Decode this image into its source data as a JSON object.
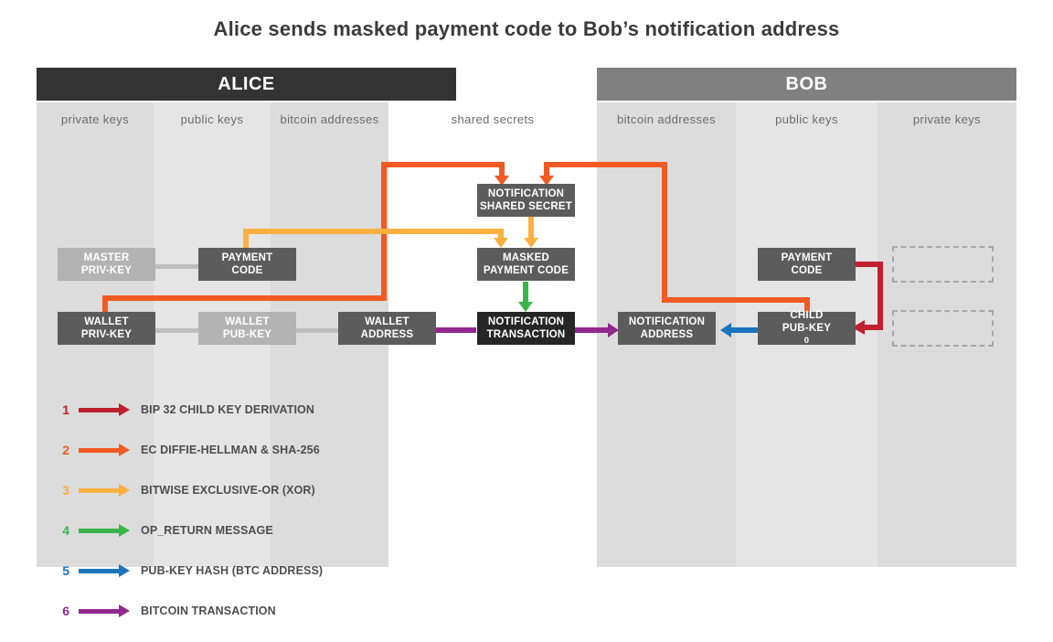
{
  "title": "Alice sends masked payment code to Bob’s notification address",
  "parties": [
    {
      "name": "ALICE",
      "color": "#333333"
    },
    {
      "name": "BOB",
      "color": "#808080"
    }
  ],
  "columns": [
    {
      "id": "alice-private-keys",
      "label": "private keys"
    },
    {
      "id": "alice-public-keys",
      "label": "public keys"
    },
    {
      "id": "alice-bitcoin-addresses",
      "label": "bitcoin addresses"
    },
    {
      "id": "shared-secrets",
      "label": "shared secrets"
    },
    {
      "id": "bob-bitcoin-addresses",
      "label": "bitcoin addresses"
    },
    {
      "id": "bob-public-keys",
      "label": "public keys"
    },
    {
      "id": "bob-private-keys",
      "label": "private keys"
    }
  ],
  "nodes": {
    "alice_master_privkey": {
      "line1": "MASTER",
      "line2": "PRIV-KEY"
    },
    "alice_payment_code": {
      "line1": "PAYMENT",
      "line2": "CODE"
    },
    "alice_wallet_privkey": {
      "line1": "WALLET",
      "line2": "PRIV-KEY"
    },
    "alice_wallet_pubkey": {
      "line1": "WALLET",
      "line2": "PUB-KEY"
    },
    "alice_wallet_address": {
      "line1": "WALLET",
      "line2": "ADDRESS"
    },
    "notification_shared_secret": {
      "line1": "NOTIFICATION",
      "line2": "SHARED SECRET"
    },
    "masked_payment_code": {
      "line1": "MASKED",
      "line2": "PAYMENT CODE"
    },
    "notification_transaction": {
      "line1": "NOTIFICATION",
      "line2": "TRANSACTION"
    },
    "bob_notification_address": {
      "line1": "NOTIFICATION",
      "line2": "ADDRESS"
    },
    "bob_payment_code": {
      "line1": "PAYMENT",
      "line2": "CODE"
    },
    "bob_child_pubkey": {
      "line1": "CHILD",
      "line2": "PUB-KEY",
      "index": "0"
    }
  },
  "legend": [
    {
      "num": "1",
      "label": "BIP 32 CHILD KEY DERIVATION",
      "color": "#bf1f2e"
    },
    {
      "num": "2",
      "label": "EC DIFFIE-HELLMAN & SHA-256",
      "color": "#f15a22"
    },
    {
      "num": "3",
      "label": "BITWISE EXCLUSIVE-OR (XOR)",
      "color": "#fbb040"
    },
    {
      "num": "4",
      "label": "OP_RETURN MESSAGE",
      "color": "#39b54a"
    },
    {
      "num": "5",
      "label": "PUB-KEY HASH (BTC ADDRESS)",
      "color": "#1b75bb"
    },
    {
      "num": "6",
      "label": "BITCOIN TRANSACTION",
      "color": "#92278f"
    }
  ],
  "colors": {
    "red": "#bf1f2e",
    "orange": "#f15a22",
    "yellow": "#fbb040",
    "green": "#39b54a",
    "blue": "#1b75bb",
    "purple": "#92278f",
    "grey_link": "#bdbdbd",
    "band_dark": "#dcdcdc",
    "band_light": "#e5e5e5",
    "node_active": "#5c5c5c",
    "node_inactive": "#b3b3b3",
    "node_tx": "#262626"
  }
}
